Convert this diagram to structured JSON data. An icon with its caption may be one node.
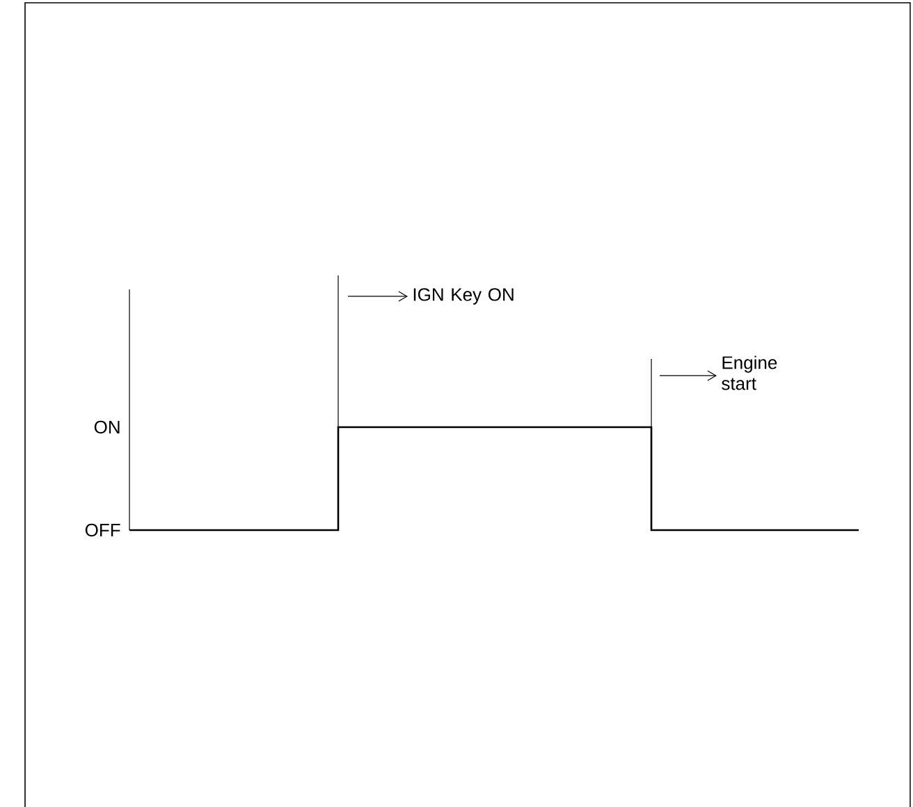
{
  "diagram": {
    "nodes": [
      {
        "text": [
          "IGN Key ON"
        ]
      },
      {
        "text": [
          "Engine start"
        ]
      }
    ],
    "edges": [
      {
        "from": null,
        "to": 0,
        "arrow": "to"
      },
      {
        "from": null,
        "to": 1,
        "arrow": "to"
      }
    ],
    "labels": [
      "ON",
      "OFF"
    ]
  }
}
